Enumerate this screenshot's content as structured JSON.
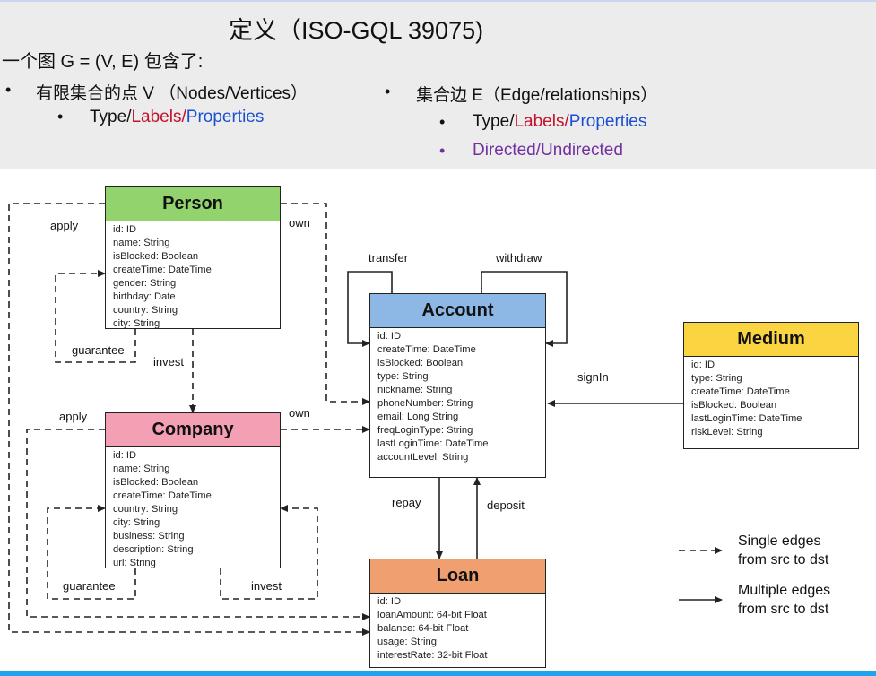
{
  "header": {
    "title": "定义（ISO-GQL 39075)",
    "intro": "一个图 G = (V, E) 包含了:",
    "left_bullet": "有限集合的点 V （Nodes/Vertices）",
    "left_sub": {
      "type": "Type/",
      "labels": "Labels",
      "slash": "/",
      "properties": "Properties"
    },
    "right_bullet": "集合边 E（Edge/relationships）",
    "right_sub": {
      "type": "Type/",
      "labels": "Labels",
      "slash": "/",
      "properties": "Properties"
    },
    "right_sub2": "Directed/Undirected",
    "bullet_char": "•"
  },
  "entities": {
    "person": {
      "name": "Person",
      "color": "#92d36e",
      "fields": [
        "id: ID",
        "name: String",
        "isBlocked: Boolean",
        "createTime: DateTime",
        "gender: String",
        "birthday: Date",
        "country: String",
        "city: String"
      ]
    },
    "company": {
      "name": "Company",
      "color": "#f4a0b4",
      "fields": [
        "id: ID",
        "name: String",
        "isBlocked: Boolean",
        "createTime: DateTime",
        "country: String",
        "city: String",
        "business: String",
        "description: String",
        "url: String"
      ]
    },
    "account": {
      "name": "Account",
      "color": "#8db8e6",
      "fields": [
        "id: ID",
        "createTime: DateTime",
        "isBlocked: Boolean",
        "type: String",
        "nickname: String",
        "phoneNumber: String",
        "email: Long String",
        "freqLoginType: String",
        "lastLoginTime: DateTime",
        "accountLevel: String"
      ]
    },
    "medium": {
      "name": "Medium",
      "color": "#fbd441",
      "fields": [
        "id: ID",
        "type: String",
        "createTime: DateTime",
        "isBlocked: Boolean",
        "lastLoginTime: DateTime",
        "riskLevel: String"
      ]
    },
    "loan": {
      "name": "Loan",
      "color": "#f0a070",
      "fields": [
        "id: ID",
        "loanAmount: 64-bit Float",
        "balance: 64-bit Float",
        "usage: String",
        "interestRate: 32-bit Float"
      ]
    }
  },
  "edge_labels": {
    "person_apply": "apply",
    "person_own": "own",
    "person_guarantee": "guarantee",
    "person_invest": "invest",
    "company_apply": "apply",
    "company_own": "own",
    "company_guarantee": "guarantee",
    "company_invest": "invest",
    "transfer": "transfer",
    "withdraw": "withdraw",
    "signin": "signIn",
    "repay": "repay",
    "deposit": "deposit"
  },
  "legend": {
    "single_line1": "Single edges",
    "single_line2": "from src to dst",
    "multiple_line1": "Multiple edges",
    "multiple_line2": "from src to dst"
  }
}
